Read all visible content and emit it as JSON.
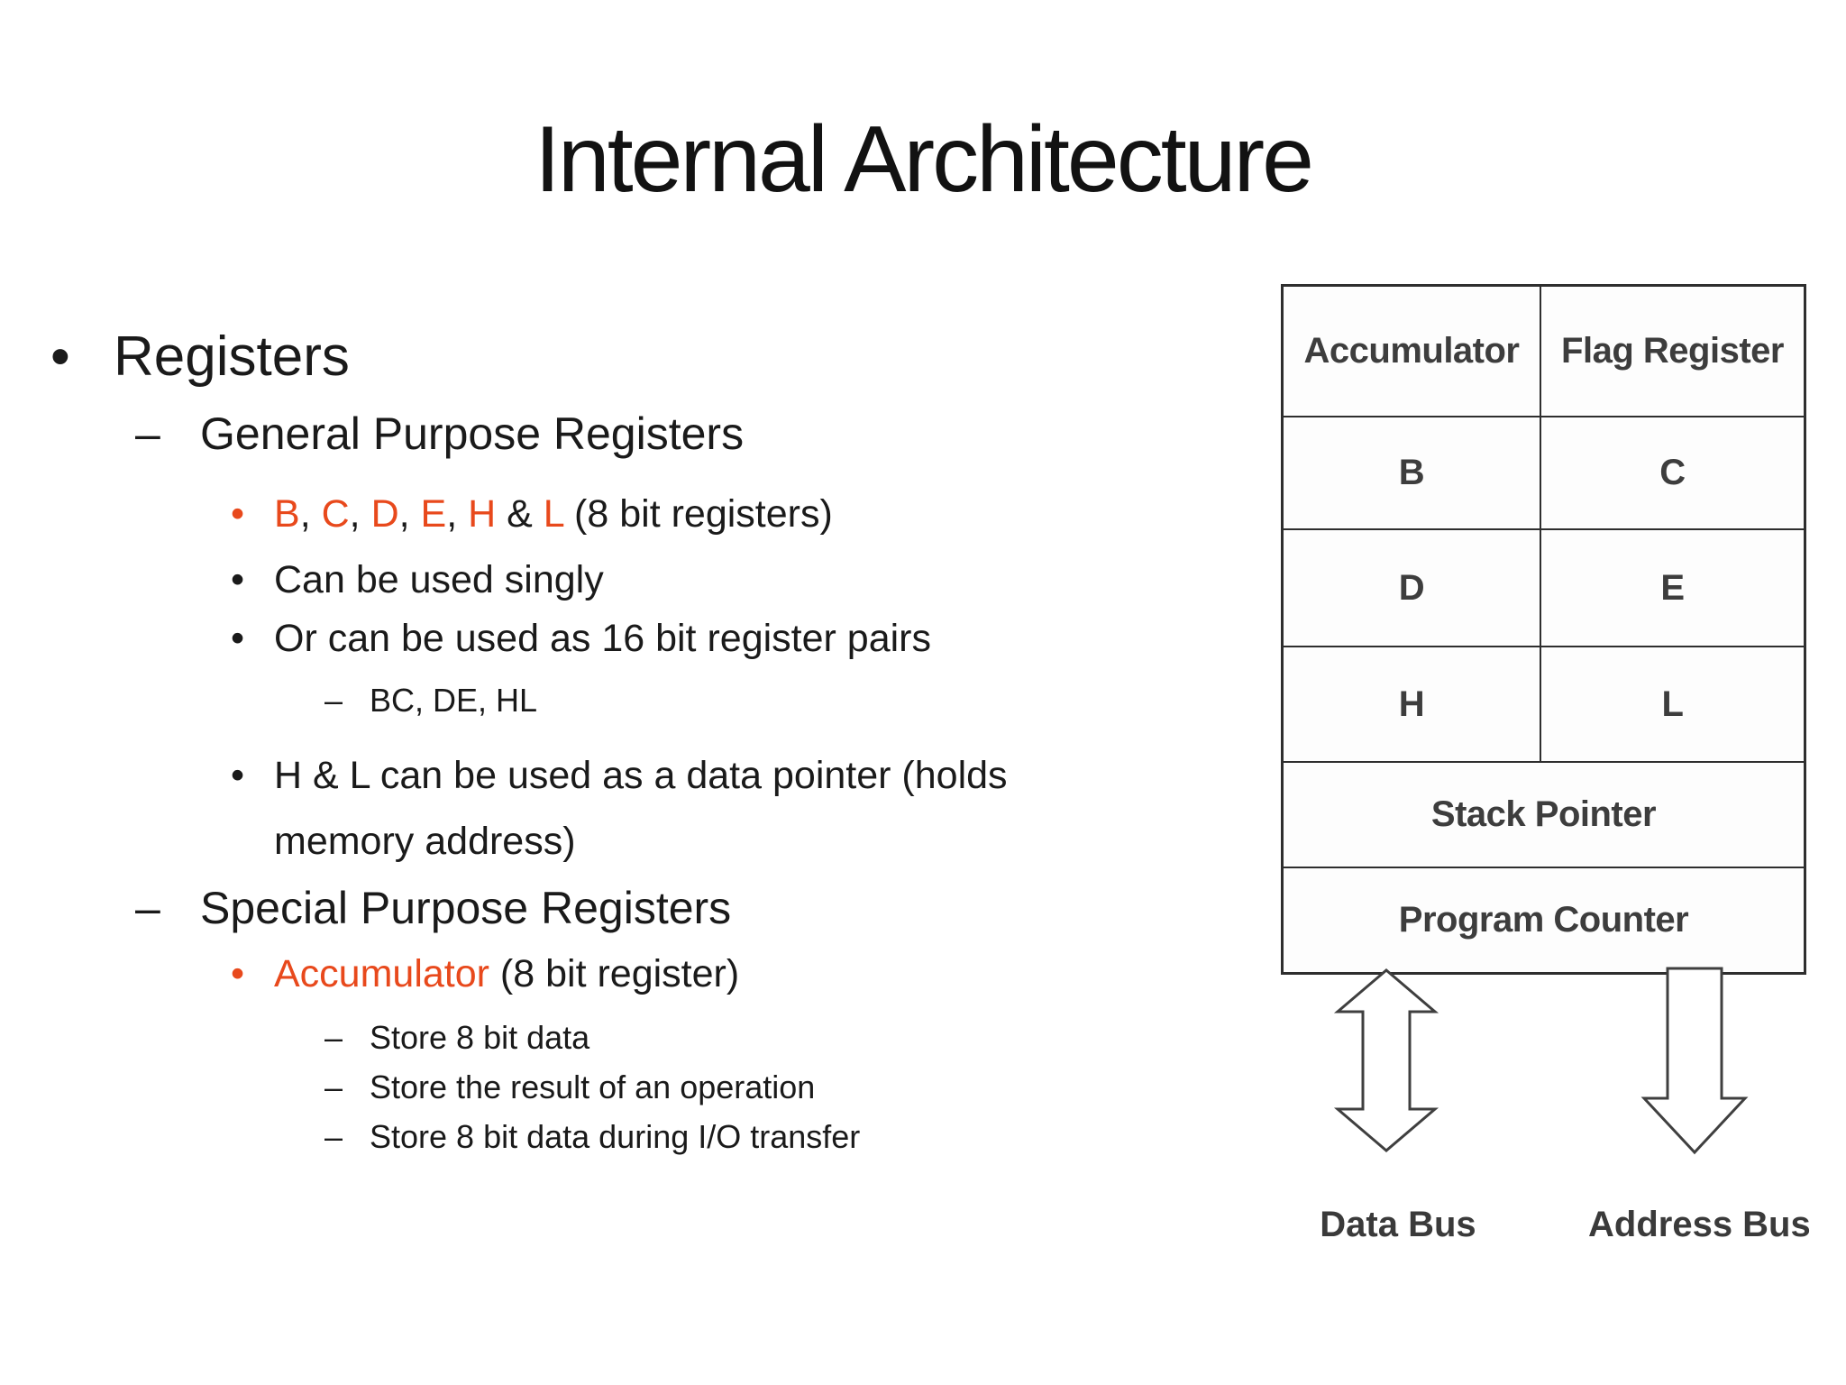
{
  "slide": {
    "title": "Internal Architecture"
  },
  "colors": {
    "background": "#FFFFFF",
    "body_text": "#1A1A1A",
    "accent_red": "#E8491C",
    "diagram_line": "#2E2E2E",
    "diagram_text": "#3D3D3D"
  },
  "markers": {
    "bullet": "•",
    "dash": "–"
  },
  "outline": {
    "registers": "Registers",
    "general_purpose": "General Purpose Registers",
    "gp_items": {
      "regs_line": {
        "segments": [
          {
            "text": "B",
            "red": true
          },
          {
            "text": ", ",
            "red": false
          },
          {
            "text": "C",
            "red": true
          },
          {
            "text": ", ",
            "red": false
          },
          {
            "text": "D",
            "red": true
          },
          {
            "text": ", ",
            "red": false
          },
          {
            "text": "E",
            "red": true
          },
          {
            "text": ", ",
            "red": false
          },
          {
            "text": "H",
            "red": true
          },
          {
            "text": " & ",
            "red": false
          },
          {
            "text": "L",
            "red": true
          },
          {
            "text": " (8 bit registers)",
            "red": false
          }
        ]
      },
      "singly": "Can be used singly",
      "pairs": "Or can be used as 16 bit register pairs",
      "pair_names": "BC, DE, HL",
      "pointer_line1": "H & L can be used as a data pointer (holds",
      "pointer_line2": "memory address)"
    },
    "special_purpose": "Special Purpose Registers",
    "sp_items": {
      "accumulator_label": "Accumulator",
      "accumulator_rest": " (8 bit register)",
      "store1": "Store 8 bit data",
      "store2": "Store the result of an operation",
      "store3": "Store 8 bit data during I/O transfer"
    }
  },
  "diagram": {
    "table": {
      "row1": {
        "left": "Accumulator",
        "right": "Flag Register"
      },
      "row2": {
        "left": "B",
        "right": "C"
      },
      "row3": {
        "left": "D",
        "right": "E"
      },
      "row4": {
        "left": "H",
        "right": "L"
      },
      "row5": "Stack Pointer",
      "row6": "Program Counter"
    },
    "labels": {
      "data_bus": "Data Bus",
      "address_bus": "Address Bus"
    }
  }
}
